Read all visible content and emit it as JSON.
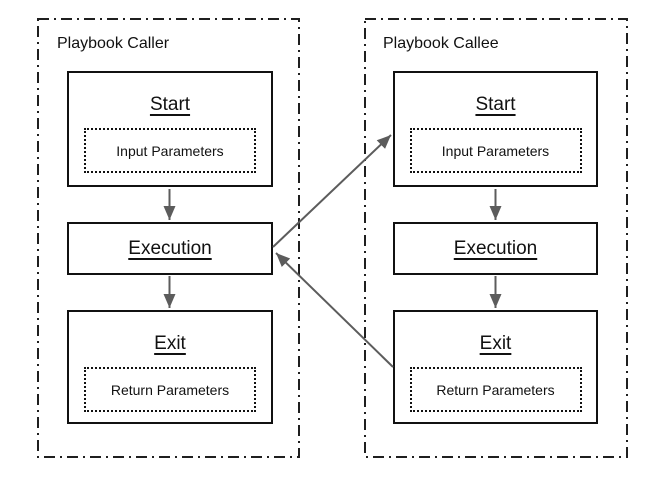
{
  "colors": {
    "box_border": "#111111",
    "container_border": "#1f1f1f",
    "arrow": "#5c5c5c",
    "text": "#111111",
    "bg": "#ffffff"
  },
  "groups": [
    {
      "title": "Playbook Caller",
      "nodes": [
        {
          "title": "Start",
          "param": "Input Parameters"
        },
        {
          "title": "Execution"
        },
        {
          "title": "Exit",
          "param": "Return Parameters"
        }
      ]
    },
    {
      "title": "Playbook Callee",
      "nodes": [
        {
          "title": "Start",
          "param": "Input Parameters"
        },
        {
          "title": "Execution"
        },
        {
          "title": "Exit",
          "param": "Return Parameters"
        }
      ]
    }
  ],
  "connections": [
    {
      "from": "caller-start",
      "to": "caller-execution"
    },
    {
      "from": "caller-execution",
      "to": "caller-exit"
    },
    {
      "from": "callee-start",
      "to": "callee-execution"
    },
    {
      "from": "callee-execution",
      "to": "callee-exit"
    },
    {
      "from": "caller-execution",
      "to": "callee-start"
    },
    {
      "from": "callee-exit",
      "to": "caller-execution"
    }
  ]
}
